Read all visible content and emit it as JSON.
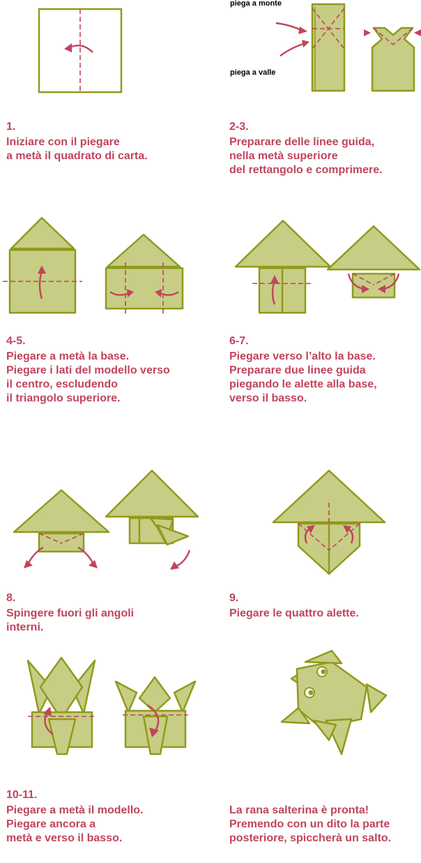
{
  "labels": {
    "mountain_fold": "piega a monte",
    "valley_fold": "piega a valle"
  },
  "steps": [
    {
      "number": "1.",
      "lines": [
        "Iniziare con il piegare",
        "a metà il quadrato di carta."
      ]
    },
    {
      "number": "2-3.",
      "lines": [
        "Preparare delle linee guida,",
        "nella metà superiore",
        "del rettangolo e comprimere."
      ]
    },
    {
      "number": "4-5.",
      "lines": [
        "Piegare a metà la base.",
        "Piegare i lati del modello verso",
        "il centro, escludendo",
        "il triangolo superiore."
      ]
    },
    {
      "number": "6-7.",
      "lines": [
        "Piegare verso l’alto la base.",
        "Preparare due linee guida",
        "piegando le alette alla base,",
        "verso il basso."
      ]
    },
    {
      "number": "8.",
      "lines": [
        "Spingere fuori gli angoli",
        "interni."
      ]
    },
    {
      "number": "9.",
      "lines": [
        "Piegare le quattro alette."
      ]
    },
    {
      "number": "10-11.",
      "lines": [
        "Piegare a metà il modello.",
        "Piegare ancora a",
        "metà e verso il basso."
      ]
    },
    {
      "number": "",
      "lines": [
        "La rana salterina è pronta!",
        "Premendo con un dito la parte",
        "posteriore, spiccherà un salto."
      ]
    }
  ],
  "colors": {
    "text_accent": "#c0455c",
    "paper_fill": "#c7cd84",
    "paper_edge": "#8f9a1c",
    "arrow": "#c0455c"
  }
}
